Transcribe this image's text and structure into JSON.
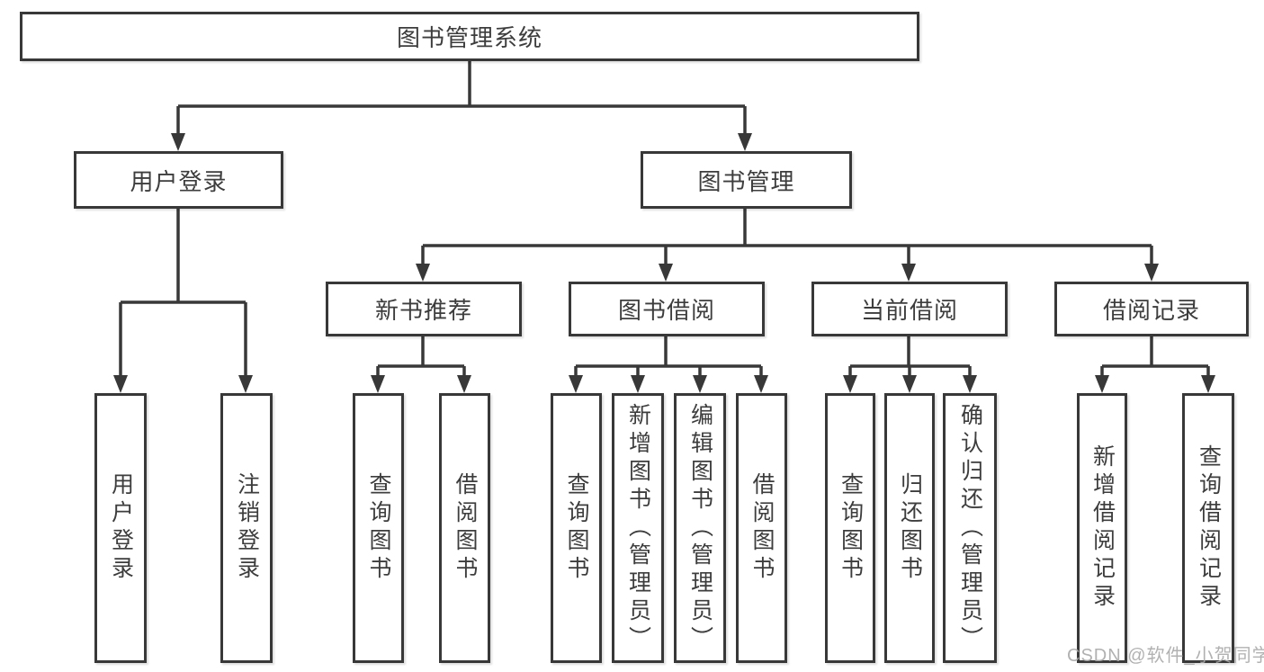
{
  "diagram_title": "图书管理系统",
  "nodes": {
    "root": "图书管理系统",
    "user_login": "用户登录",
    "book_management": "图书管理",
    "new_book_recommend": "新书推荐",
    "book_borrowing": "图书借阅",
    "current_borrowing": "当前借阅",
    "borrowing_records": "借阅记录",
    "leaf_user_login": "用户登录",
    "leaf_logout": "注销登录",
    "recommend_query_books": "查询图书",
    "recommend_borrow_books": "借阅图书",
    "borrowing_query_books": "查询图书",
    "borrowing_add_books_admin": "新增图书（管理员）",
    "borrowing_edit_books_admin": "编辑图书（管理员）",
    "borrowing_borrow_books": "借阅图书",
    "current_query_books": "查询图书",
    "current_return_books": "归还图书",
    "current_confirm_return_admin": "确认归还（管理员）",
    "records_add_record": "新增借阅记录",
    "records_query_record": "查询借阅记录"
  },
  "edges": [
    {
      "from": "root",
      "to": "user_login"
    },
    {
      "from": "root",
      "to": "book_management"
    },
    {
      "from": "user_login",
      "to": "leaf_user_login"
    },
    {
      "from": "user_login",
      "to": "leaf_logout"
    },
    {
      "from": "book_management",
      "to": "new_book_recommend"
    },
    {
      "from": "book_management",
      "to": "book_borrowing"
    },
    {
      "from": "book_management",
      "to": "current_borrowing"
    },
    {
      "from": "book_management",
      "to": "borrowing_records"
    },
    {
      "from": "new_book_recommend",
      "to": "recommend_query_books"
    },
    {
      "from": "new_book_recommend",
      "to": "recommend_borrow_books"
    },
    {
      "from": "book_borrowing",
      "to": "borrowing_query_books"
    },
    {
      "from": "book_borrowing",
      "to": "borrowing_add_books_admin"
    },
    {
      "from": "book_borrowing",
      "to": "borrowing_edit_books_admin"
    },
    {
      "from": "book_borrowing",
      "to": "borrowing_borrow_books"
    },
    {
      "from": "current_borrowing",
      "to": "current_query_books"
    },
    {
      "from": "current_borrowing",
      "to": "current_return_books"
    },
    {
      "from": "current_borrowing",
      "to": "current_confirm_return_admin"
    },
    {
      "from": "borrowing_records",
      "to": "records_add_record"
    },
    {
      "from": "borrowing_records",
      "to": "records_query_record"
    }
  ],
  "watermark": "CSDN @软件_小贺同学",
  "colors": {
    "line": "#383838",
    "text": "#3d3d3d",
    "watermark": "#a8a8a8",
    "background": "#ffffff"
  }
}
